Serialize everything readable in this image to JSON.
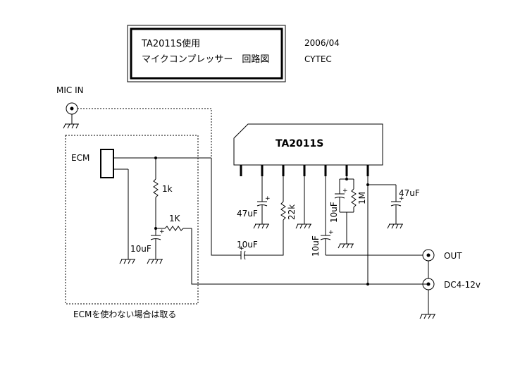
{
  "title": {
    "line1": "TA2011S使用",
    "line2": "マイクコンプレッサー　回路図"
  },
  "date": "2006/04",
  "author": "CYTEC",
  "ic_name": "TA2011S",
  "ports": {
    "mic_in": "MIC IN",
    "out": "OUT",
    "power": "DC4-12v"
  },
  "components": {
    "ecm": "ECM",
    "r_1k_upper": "1k",
    "r_1k_lower": "1K",
    "c_10uf_left": "10uF",
    "c_10uf_coupling": "10uF",
    "c_47uf_pin1": "47uF",
    "r_22k": "22k",
    "c_10uf_out": "10uF",
    "c_10uf_pin6": "10uF",
    "r_1m": "1M",
    "c_47uf_supply": "47uF"
  },
  "note": "ECMを使わない場合は取る"
}
